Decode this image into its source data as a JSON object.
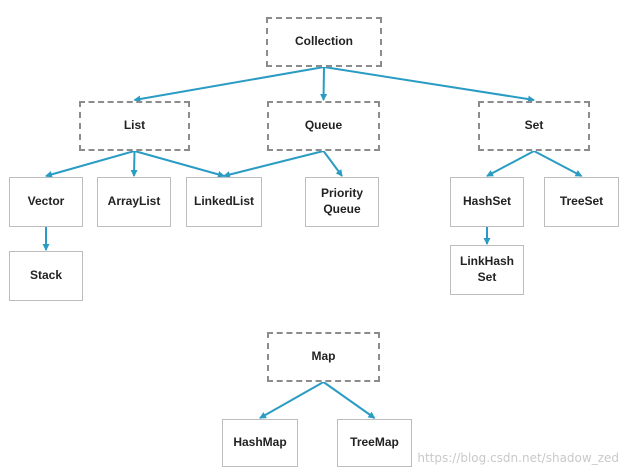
{
  "colors": {
    "edge": "#2a9cc4",
    "iface_border": "#8c8c8c",
    "impl_border": "#bdbdbd"
  },
  "nodes": {
    "collection": {
      "label": "Collection",
      "kind": "interface"
    },
    "list": {
      "label": "List",
      "kind": "interface"
    },
    "queue": {
      "label": "Queue",
      "kind": "interface"
    },
    "set": {
      "label": "Set",
      "kind": "interface"
    },
    "vector": {
      "label": "Vector",
      "kind": "class"
    },
    "arraylist": {
      "label": "ArrayList",
      "kind": "class"
    },
    "linkedlist": {
      "label": "LinkedList",
      "kind": "class"
    },
    "priorityqueue": {
      "label": "Priority\nQueue",
      "kind": "class"
    },
    "hashset": {
      "label": "HashSet",
      "kind": "class"
    },
    "treeset": {
      "label": "TreeSet",
      "kind": "class"
    },
    "stack": {
      "label": "Stack",
      "kind": "class"
    },
    "linkedhashset": {
      "label": "LinkHash\nSet",
      "kind": "class"
    },
    "map": {
      "label": "Map",
      "kind": "interface"
    },
    "hashmap": {
      "label": "HashMap",
      "kind": "class"
    },
    "treemap": {
      "label": "TreeMap",
      "kind": "class"
    }
  },
  "edges": [
    [
      "collection",
      "list"
    ],
    [
      "collection",
      "queue"
    ],
    [
      "collection",
      "set"
    ],
    [
      "list",
      "vector"
    ],
    [
      "list",
      "arraylist"
    ],
    [
      "list",
      "linkedlist"
    ],
    [
      "queue",
      "linkedlist"
    ],
    [
      "queue",
      "priorityqueue"
    ],
    [
      "set",
      "hashset"
    ],
    [
      "set",
      "treeset"
    ],
    [
      "vector",
      "stack"
    ],
    [
      "hashset",
      "linkedhashset"
    ],
    [
      "map",
      "hashmap"
    ],
    [
      "map",
      "treemap"
    ]
  ],
  "watermark": "https://blog.csdn.net/shadow_zed"
}
